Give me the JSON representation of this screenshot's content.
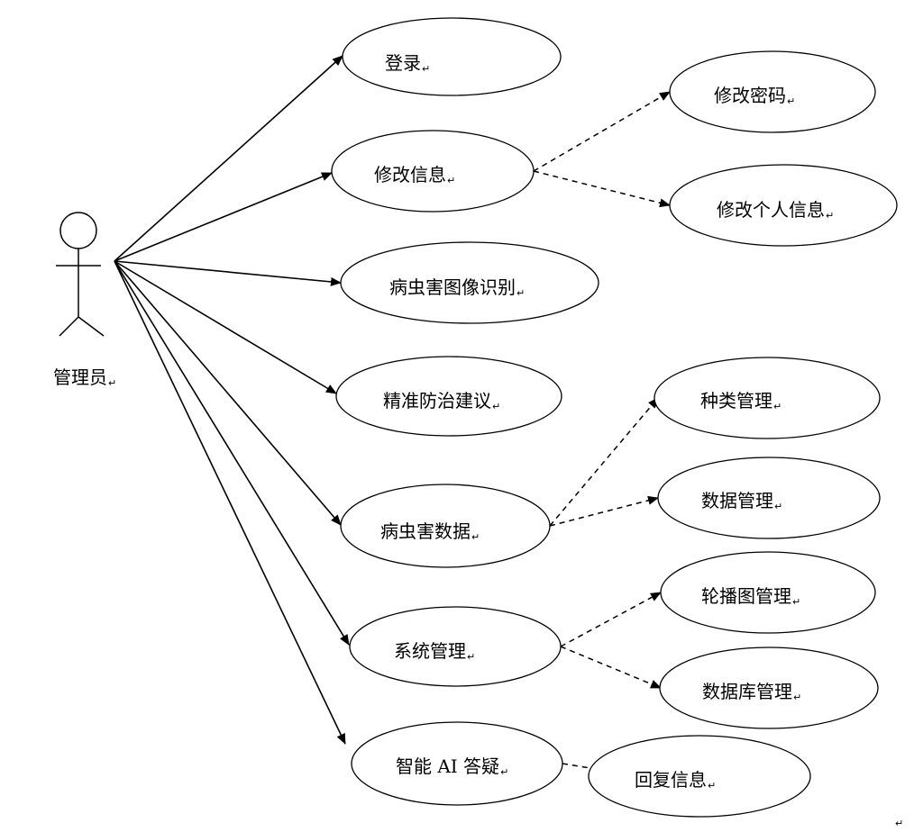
{
  "actor": {
    "label": "管理员",
    "para_mark": "↵"
  },
  "use_cases": [
    {
      "id": "login",
      "label": "登录"
    },
    {
      "id": "modify-info",
      "label": "修改信息"
    },
    {
      "id": "pest-image-recognition",
      "label": "病虫害图像识别"
    },
    {
      "id": "precise-control-advice",
      "label": "精准防治建议"
    },
    {
      "id": "pest-data",
      "label": "病虫害数据"
    },
    {
      "id": "system-management",
      "label": "系统管理"
    },
    {
      "id": "ai-qa",
      "label": "智能 AI 答疑"
    }
  ],
  "sub_use_cases": [
    {
      "id": "change-password",
      "parent": "modify-info",
      "label": "修改密码"
    },
    {
      "id": "modify-personal-info",
      "parent": "modify-info",
      "label": "修改个人信息"
    },
    {
      "id": "category-management",
      "parent": "pest-data",
      "label": "种类管理"
    },
    {
      "id": "data-management",
      "parent": "pest-data",
      "label": "数据管理"
    },
    {
      "id": "carousel-management",
      "parent": "system-management",
      "label": "轮播图管理"
    },
    {
      "id": "database-management",
      "parent": "system-management",
      "label": "数据库管理"
    },
    {
      "id": "reply-info",
      "parent": "ai-qa",
      "label": "回复信息"
    }
  ],
  "para_mark": "↵"
}
